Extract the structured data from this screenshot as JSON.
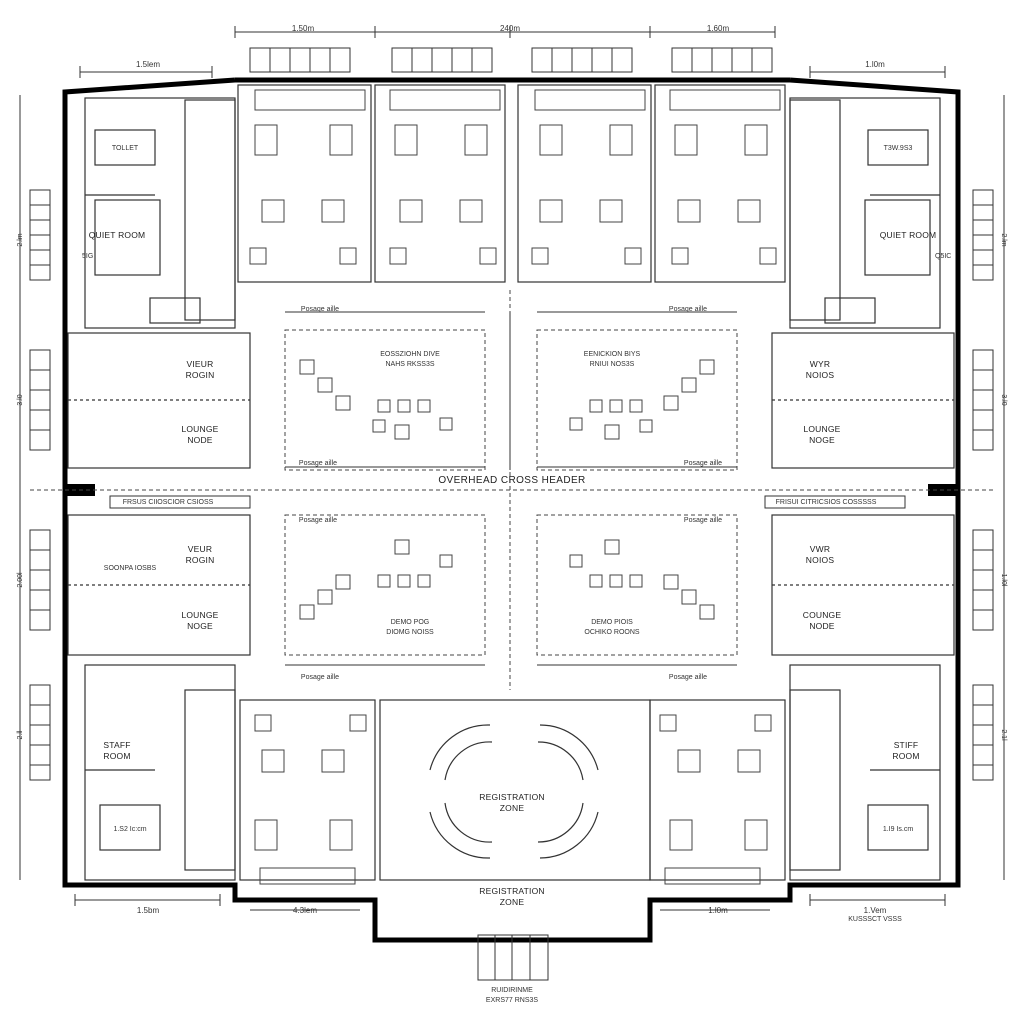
{
  "top_dimensions": [
    "1.50m",
    "240m",
    "1.60m"
  ],
  "side_dimensions": {
    "top_left": "1.5lem",
    "top_right": "1.l0m",
    "left": [
      "2.lm",
      "3.l0",
      "2.00l",
      "2.ll"
    ],
    "right": [
      "2.lm",
      "3.l0",
      "1.l0l",
      "2.1l"
    ],
    "bottom_left": "1.5bm",
    "bottom_mid": "4.3lem",
    "bottom_right_mid": "1.l0m",
    "bottom_right": "1.Vem",
    "bottom_right_sub": "KUSSSCT VSSS"
  },
  "rooms": {
    "toilet_left": "TOLLET",
    "toilet_right": "T3W.9S3",
    "quiet_left": "QUIET ROOM",
    "quiet_right": "QUIET ROOM",
    "q_left_sub": "5IG",
    "q_right_sub": "Q5IC",
    "vr_left_1": [
      "VIEUR",
      "ROGIN"
    ],
    "lounge_left_1": [
      "LOUNGE",
      "NODE"
    ],
    "vr_right_1": [
      "WYR",
      "NOIOS"
    ],
    "lounge_right_1": [
      "LOUNGE",
      "NOGE"
    ],
    "vr_left_2": [
      "VEUR",
      "ROGIN"
    ],
    "vr_left_2_sub": "SOONPA IOSBS",
    "lounge_left_2": [
      "LOUNGE",
      "NOGE"
    ],
    "vr_right_2": [
      "VWR",
      "NOIOS"
    ],
    "lounge_right_2": [
      "COUNGE",
      "NODE"
    ],
    "staff_left": [
      "STAFF",
      "ROOM"
    ],
    "staff_right": [
      "STIFF",
      "ROOM"
    ],
    "staff_left_box": "1.S2 Ic:cm",
    "staff_right_box": "1.I9 Is.cm",
    "demo_top_left": [
      "EOSSZIOHN DIVE",
      "NAHS RKSS3S"
    ],
    "demo_top_right": [
      "EENICKION BIYS",
      "RNIUI NOS3S"
    ],
    "demo_bottom_left": [
      "DEMO POG",
      "DIOMG NOISS"
    ],
    "demo_bottom_right": [
      "DEMO PIOIS",
      "OCHIKO ROONS"
    ],
    "registration_inner": [
      "REGISTRATION",
      "ZONE"
    ],
    "registration_outer": [
      "REGISTRATION",
      "ZONE"
    ]
  },
  "passage_label": "Posage aille",
  "overhead_header": "OVERHEAD CROSS HEADER",
  "cross_header_left": "FRSUS CIIOSCIOR CSIOSS",
  "cross_header_right": "FRISUI CITRICSIOS COSSSSS",
  "entrance": [
    "RUIDIRINME",
    "EXRS77 RNS3S"
  ]
}
